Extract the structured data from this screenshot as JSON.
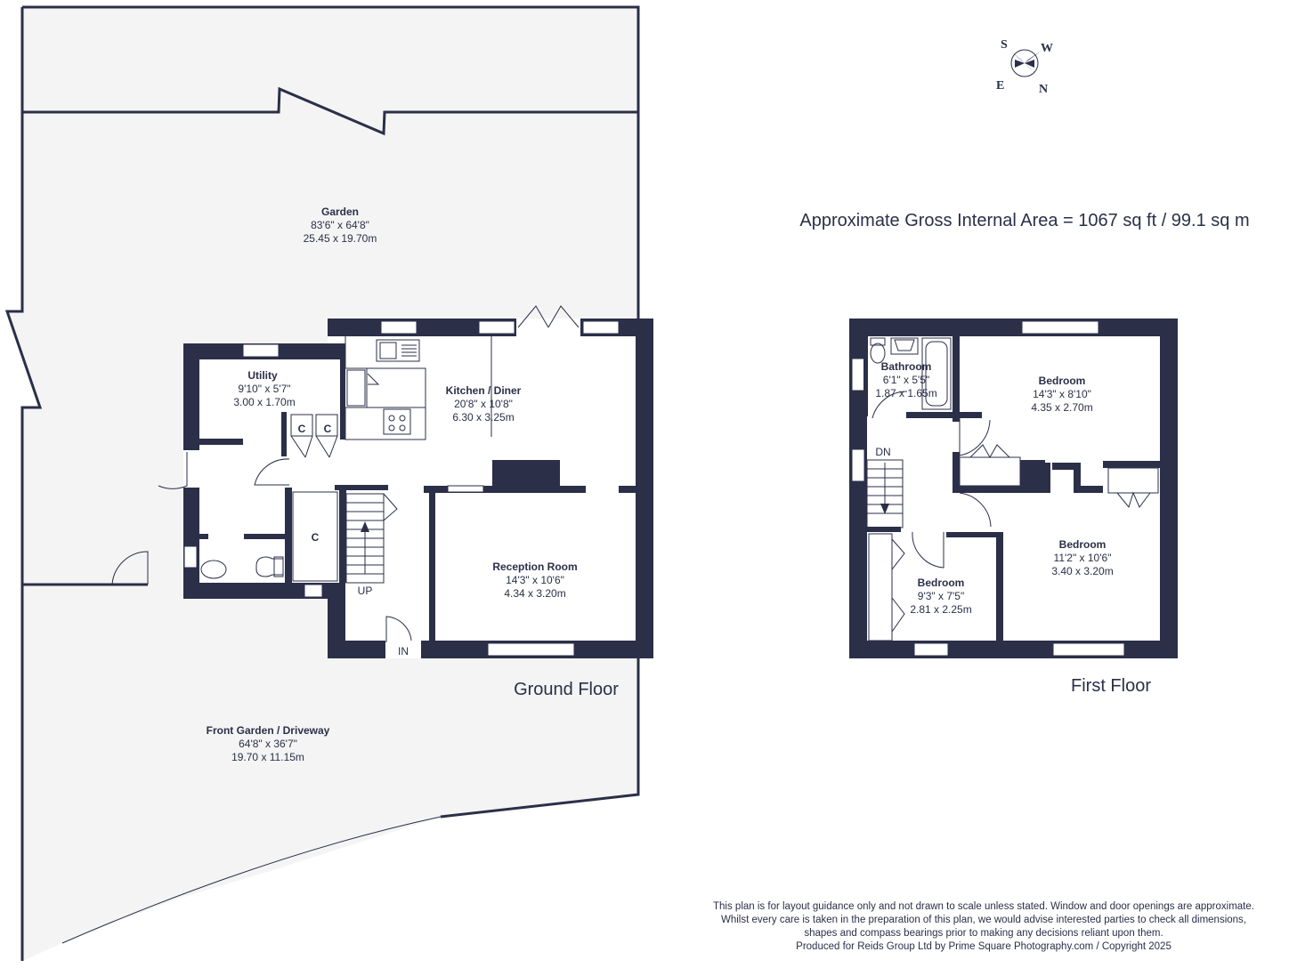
{
  "compass": {
    "s": "S",
    "w": "W",
    "e": "E",
    "n": "N"
  },
  "area": "Approximate Gross Internal Area = 1067 sq ft / 99.1 sq m",
  "ground_floor": {
    "title": "Ground Floor",
    "garden": {
      "name": "Garden",
      "imperial": "83'6\" x 64'8\"",
      "metric": "25.45 x 19.70m"
    },
    "front_garden": {
      "name": "Front Garden / Driveway",
      "imperial": "64'8\" x 36'7\"",
      "metric": "19.70 x 11.15m"
    },
    "utility": {
      "name": "Utility",
      "imperial": "9'10\" x 5'7\"",
      "metric": "3.00 x 1.70m"
    },
    "kitchen": {
      "name": "Kitchen / Diner",
      "imperial": "20'8\" x 10'8\"",
      "metric": "6.30 x 3.25m"
    },
    "reception": {
      "name": "Reception Room",
      "imperial": "14'3\" x 10'6\"",
      "metric": "4.34 x 3.20m"
    },
    "cupboard_1": "C",
    "cupboard_2": "C",
    "cupboard_3": "C",
    "stairs": "UP",
    "entrance": "IN"
  },
  "first_floor": {
    "title": "First Floor",
    "bathroom": {
      "name": "Bathroom",
      "imperial": "6'1\" x 5'5\"",
      "metric": "1.87 x 1.65m"
    },
    "bedroom_1": {
      "name": "Bedroom",
      "imperial": "14'3\" x 8'10\"",
      "metric": "4.35 x 2.70m"
    },
    "bedroom_2": {
      "name": "Bedroom",
      "imperial": "11'2\" x 10'6\"",
      "metric": "3.40 x 3.20m"
    },
    "bedroom_3": {
      "name": "Bedroom",
      "imperial": "9'3\" x 7'5\"",
      "metric": "2.81 x 2.25m"
    },
    "stairs": "DN"
  },
  "disclaimer": [
    "This plan is for layout guidance only and not drawn to scale unless stated. Window and door openings are approximate.",
    "Whilst every care is taken in the preparation of this plan, we would advise interested parties to check all dimensions,",
    "shapes and compass bearings prior to making any decisions reliant upon them.",
    "Produced for Reids Group Ltd by Prime Square Photography.com / Copyright 2025"
  ]
}
